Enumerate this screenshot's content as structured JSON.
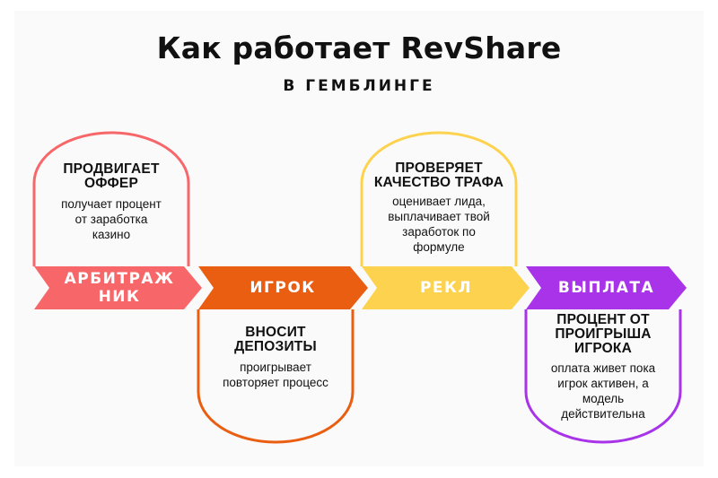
{
  "title": "Как работает RevShare",
  "subtitle": "В ГЕМБЛИНГЕ",
  "colors": {
    "step1": "#F7676A",
    "step2": "#EA5E12",
    "step3": "#FDD24F",
    "step4": "#A833E8"
  },
  "steps": [
    {
      "label_line1": "АРБИТРАЖ",
      "label_line2": "НИК",
      "card_head_line1": "ПРОДВИГАЕТ",
      "card_head_line2": "ОФФЕР",
      "card_body": [
        "получает процент",
        "от заработка",
        "казино"
      ]
    },
    {
      "label_line1": "ИГРОК",
      "card_head_line1": "ВНОСИТ",
      "card_head_line2": "ДЕПОЗИТЫ",
      "card_body": [
        "проигрывает",
        "повторяет процесс"
      ]
    },
    {
      "label_line1": "РЕКЛ",
      "card_head_line1": "ПРОВЕРЯЕТ",
      "card_head_line2": "КАЧЕСТВО ТРАФА",
      "card_body": [
        "оценивает лида,",
        "выплачивает твой",
        "заработок по",
        "формуле"
      ]
    },
    {
      "label_line1": "ВЫПЛАТА",
      "card_head_line1": "ПРОЦЕНТ ОТ",
      "card_head_line2": "ПРОИГРЫША",
      "card_head_line3": "ИГРОКА",
      "card_body": [
        "оплата живет пока",
        "игрок активен, а",
        "модель",
        "действительна"
      ]
    }
  ]
}
